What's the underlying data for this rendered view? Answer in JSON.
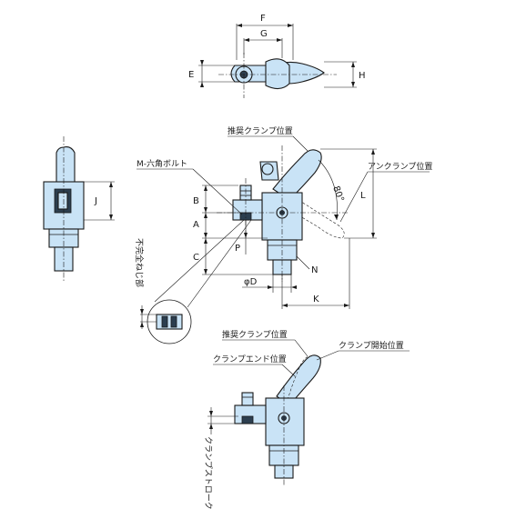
{
  "labels": {
    "F": "F",
    "G": "G",
    "E": "E",
    "H": "H",
    "J": "J",
    "B": "B",
    "A": "A",
    "C": "C",
    "P": "P",
    "L": "L",
    "K": "K",
    "N": "N",
    "phiD": "φD",
    "angle": "80°",
    "recommended_clamp_top": "推奨クランプ位置",
    "hex_bolt": "M-六角ボルト",
    "unclamp_position": "アンクランプ位置",
    "incomplete_thread": "不完全ねじ部",
    "recommended_clamp_bottom": "推奨クランプ位置",
    "clamp_start": "クランプ開始位置",
    "clamp_end": "クランプエンド位置",
    "clamp_stroke": "クランプストローク"
  }
}
